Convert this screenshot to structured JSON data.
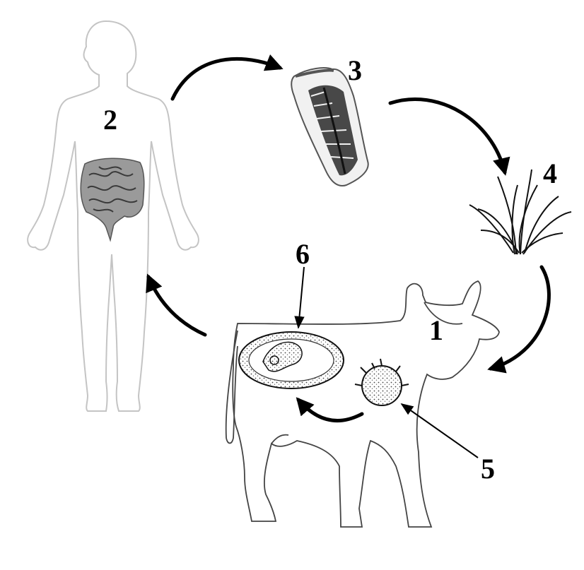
{
  "labels": {
    "cow": "1",
    "human": "2",
    "proglottid": "3",
    "grass": "4",
    "oncosphere": "5",
    "cysticercus": "6"
  },
  "colors": {
    "outline": "#bdbdbd",
    "ink": "#000000",
    "intestine": "#8a8a8a"
  }
}
